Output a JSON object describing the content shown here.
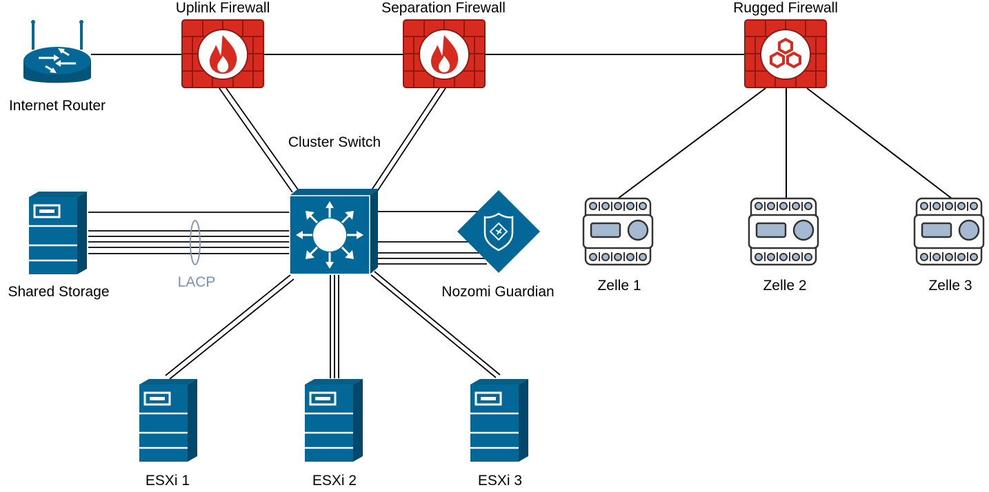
{
  "labels": {
    "internet_router": "Internet Router",
    "uplink_firewall": "Uplink Firewall",
    "separation_firewall": "Separation Firewall",
    "rugged_firewall": "Rugged Firewall",
    "cluster_switch": "Cluster Switch",
    "shared_storage": "Shared Storage",
    "lacp": "LACP",
    "nozomi_guardian": "Nozomi Guardian",
    "esxi1": "ESXi 1",
    "esxi2": "ESXi 2",
    "esxi3": "ESXi 3",
    "zelle1": "Zelle 1",
    "zelle2": "Zelle 2",
    "zelle3": "Zelle 3"
  },
  "colors": {
    "firewall_red": "#d72b20",
    "firewall_mortar": "#8f1812",
    "cisco_blue": "#036897",
    "controller_fill": "#a5b9d0",
    "controller_body": "#ffffff",
    "controller_stroke": "#333333",
    "lacp_color": "#7a8fb8"
  },
  "icons": {
    "router": "router-icon",
    "firewall": "firewall-icon",
    "rugged_firewall": "hexagon-firewall-icon",
    "switch": "layer3-switch-icon",
    "server": "server-icon",
    "guardian": "shield-appliance-icon",
    "controller": "plc-controller-icon"
  }
}
